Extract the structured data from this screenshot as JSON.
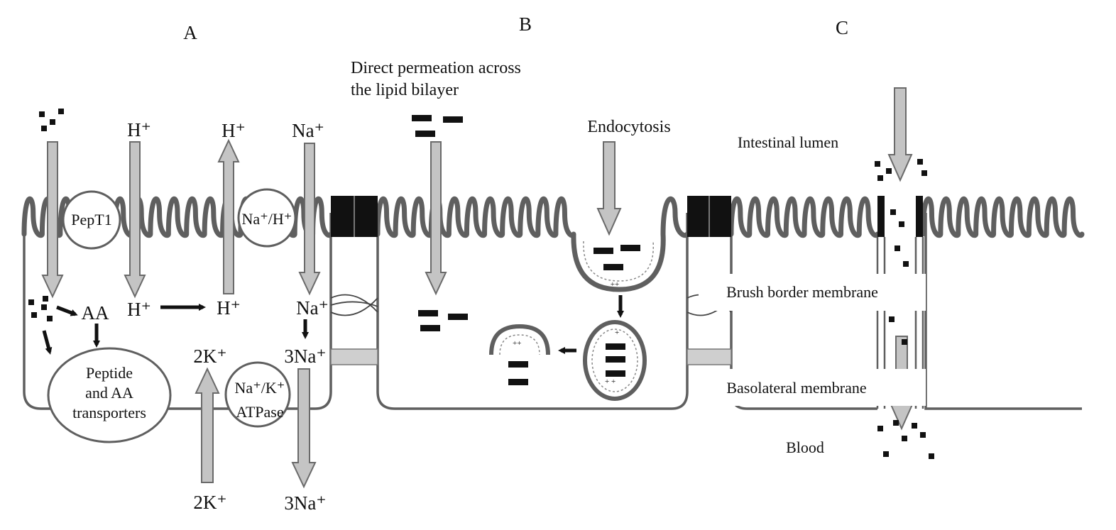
{
  "panels": {
    "a": "A",
    "b": "B",
    "c": "C"
  },
  "panel_a": {
    "pept1": "PepT1",
    "nah_exchanger": "Na⁺/H⁺",
    "h_in": "H⁺",
    "h_out": "H⁺",
    "h_cell_1": "H⁺",
    "h_cell_2": "H⁺",
    "na_in": "Na⁺",
    "na_cell": "Na⁺",
    "aa": "AA",
    "three_na_cell": "3Na⁺",
    "two_k_cell": "2K⁺",
    "two_k_blood": "2K⁺",
    "three_na_blood": "3Na⁺",
    "peptide_transporters_line1": "Peptide",
    "peptide_transporters_line2": "and AA",
    "peptide_transporters_line3": "transporters",
    "atpase_line1": "Na⁺/K⁺",
    "atpase_line2": "ATPase"
  },
  "panel_b": {
    "permeation_line1": "Direct permeation across",
    "permeation_line2": "the lipid bilayer",
    "endocytosis": "Endocytosis"
  },
  "panel_c": {
    "lumen": "Intestinal lumen",
    "brush_border": "Brush border membrane",
    "basolateral": "Basolateral membrane",
    "blood": "Blood"
  },
  "colors": {
    "membrane": "#5f5f5f",
    "arrow_fill": "#c4c4c4",
    "arrow_stroke": "#6a6a6a",
    "junction": "#111111",
    "basal_junction": "#cfcfcf"
  }
}
